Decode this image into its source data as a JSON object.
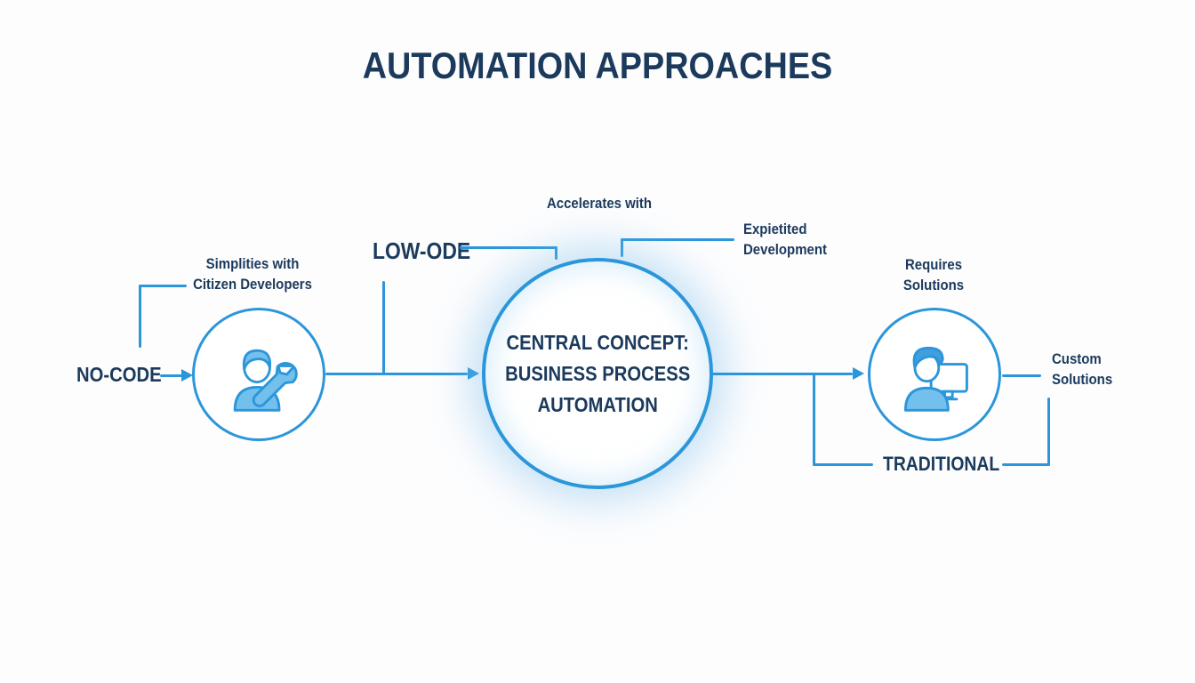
{
  "title": "AUTOMATION APPROACHES",
  "colors": {
    "line_blue": "#2b96da",
    "text_navy": "#1b3a5c",
    "icon_fill_light": "#74c0ec",
    "icon_fill_dark": "#419fdd",
    "background": "#fdfdfe"
  },
  "no_code": {
    "label": "NO-CODE",
    "caption": "Simplities with\nCitizen Developers",
    "icon": "developer-wrench-icon"
  },
  "low_code": {
    "label": "LOW-ODE",
    "caption": "Accelerates with"
  },
  "central": {
    "text": "CENTRAL CONCEPT:\nBUSINESS PROCESS\nAUTOMATION"
  },
  "expedited": {
    "caption": "Expietited\nDevelopment"
  },
  "traditional": {
    "label": "TRADITIONAL",
    "caption_top": "Requires\nSolutions",
    "caption_right": "Custom\nSolutions",
    "icon": "developer-computer-icon"
  }
}
